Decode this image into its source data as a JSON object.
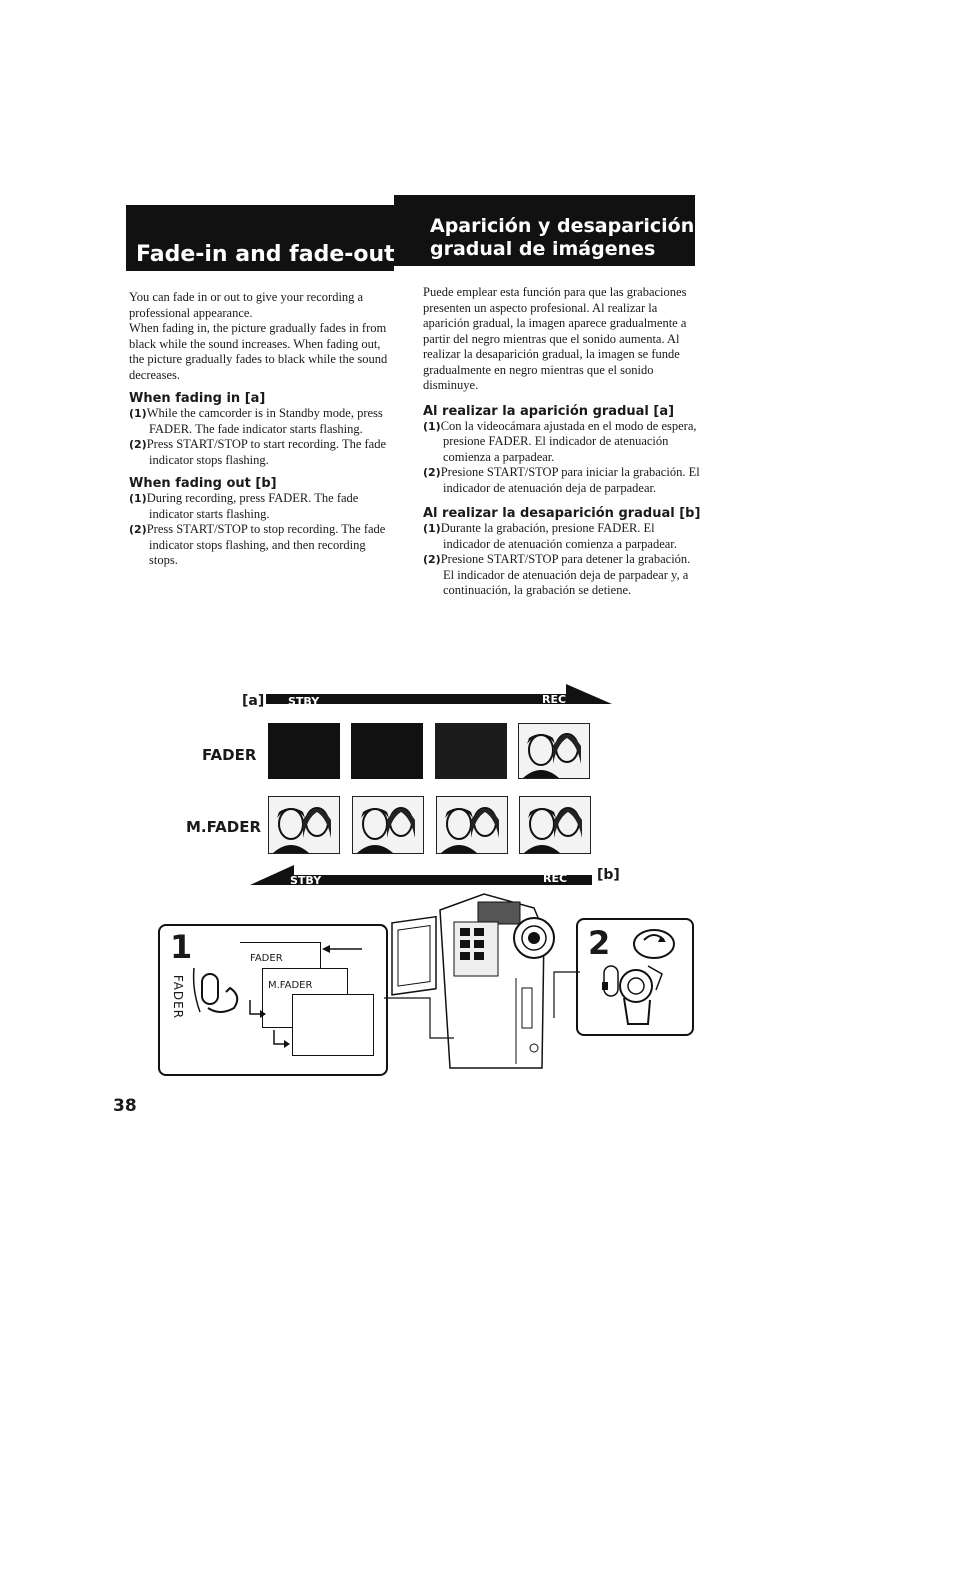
{
  "header": {
    "left_title": "Fade-in and fade-out",
    "right_title_line1": "Aparición y desaparición",
    "right_title_line2": "gradual de imágenes"
  },
  "english": {
    "intro": [
      "You can fade in or out to give your recording a professional appearance.",
      "When fading in, the picture gradually fades in from black while the sound increases. When fading out, the picture gradually fades to black while the sound decreases."
    ],
    "fade_in_heading": "When fading in [a]",
    "fade_in_steps": [
      {
        "n": "(1)",
        "text": "While the camcorder is in Standby mode, press FADER. The fade indicator starts flashing."
      },
      {
        "n": "(2)",
        "text": "Press START/STOP to start recording. The fade indicator stops flashing."
      }
    ],
    "fade_out_heading": "When fading out [b]",
    "fade_out_steps": [
      {
        "n": "(1)",
        "text": "During recording, press FADER. The fade indicator starts flashing."
      },
      {
        "n": "(2)",
        "text": "Press START/STOP to stop recording. The fade indicator stops flashing, and then recording stops."
      }
    ]
  },
  "spanish": {
    "intro": "Puede emplear esta función para que las grabaciones presenten un aspecto profesional. Al realizar la aparición gradual, la imagen aparece gradualmente a partir del negro mientras que el sonido aumenta. Al realizar la desaparición gradual, la imagen se funde gradualmente en negro mientras que el sonido disminuye.",
    "fade_in_heading": "Al realizar la aparición gradual [a]",
    "fade_in_steps": [
      {
        "n": "(1)",
        "text": "Con la videocámara ajustada en el modo de espera, presione FADER. El indicador de atenuación comienza a parpadear."
      },
      {
        "n": "(2)",
        "text": "Presione START/STOP para iniciar la grabación. El indicador de atenuación deja de parpadear."
      }
    ],
    "fade_out_heading": "Al realizar la desaparición gradual [b]",
    "fade_out_steps": [
      {
        "n": "(1)",
        "text": "Durante la grabación, presione FADER. El indicador de atenuación comienza a parpadear."
      },
      {
        "n": "(2)",
        "text": "Presione START/STOP para detener la grabación. El indicador de atenuación deja de parpadear y, a continuación, la grabación se detiene."
      }
    ]
  },
  "figure": {
    "label_a": "[a]",
    "label_b": "[b]",
    "stby": "STBY",
    "rec": "REC",
    "row1_label": "FADER",
    "row2_label": "M.FADER",
    "step1": "1",
    "step2": "2",
    "button_label": "FADER",
    "screen_fader": "FADER",
    "screen_mfader": "M.FADER"
  },
  "page_number": "38"
}
